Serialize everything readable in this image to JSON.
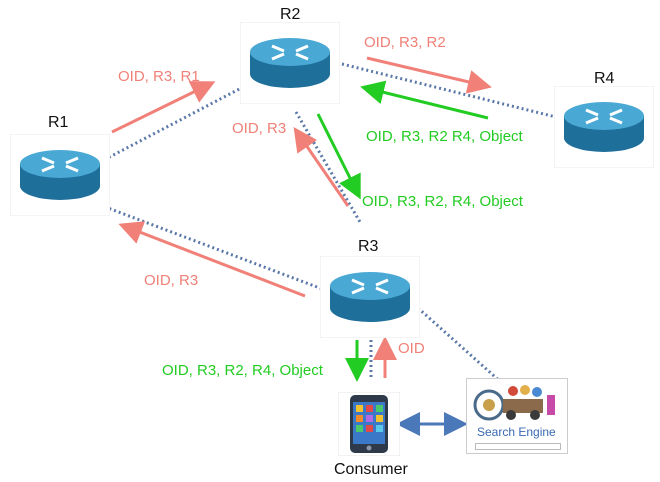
{
  "routers": [
    {
      "id": "r1",
      "name": "R1"
    },
    {
      "id": "r2",
      "name": "R2"
    },
    {
      "id": "r3",
      "name": "R3"
    },
    {
      "id": "r4",
      "name": "R4"
    }
  ],
  "consumer": {
    "label": "Consumer"
  },
  "search_engine": {
    "label": "Search Engine"
  },
  "labels": {
    "r1_to_r2": "OID, R3, R1",
    "r2_to_r4": "OID, R3, R2",
    "r4_to_r2": "OID, R3, R2 R4, Object",
    "r3_to_r2": "OID, R3",
    "r2_to_r3": "OID, R3, R2, R4, Object",
    "r3_to_r1": "OID, R3",
    "consumer_to_r3": "OID",
    "r3_to_consumer": "OID, R3, R2, R4, Object"
  },
  "colors": {
    "request": "#f08078",
    "response": "#22cc22",
    "link": "#5a78a8",
    "bidirectional": "#4a78b8"
  }
}
